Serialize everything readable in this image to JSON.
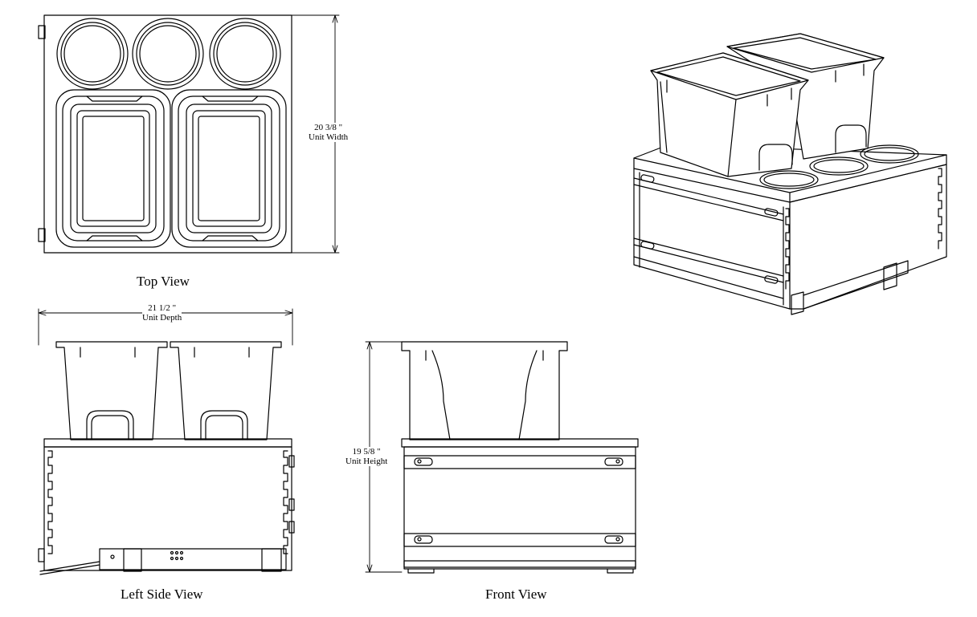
{
  "views": {
    "top": {
      "caption": "Top View"
    },
    "left_side": {
      "caption": "Left Side View"
    },
    "front": {
      "caption": "Front View"
    },
    "isometric": {
      "caption": ""
    }
  },
  "dimensions": {
    "width": {
      "value": "20 3/8 \"",
      "label": "Unit Width"
    },
    "depth": {
      "value": "21 1/2 \"",
      "label": "Unit Depth"
    },
    "height": {
      "value": "19 5/8 \"",
      "label": "Unit Height"
    }
  }
}
